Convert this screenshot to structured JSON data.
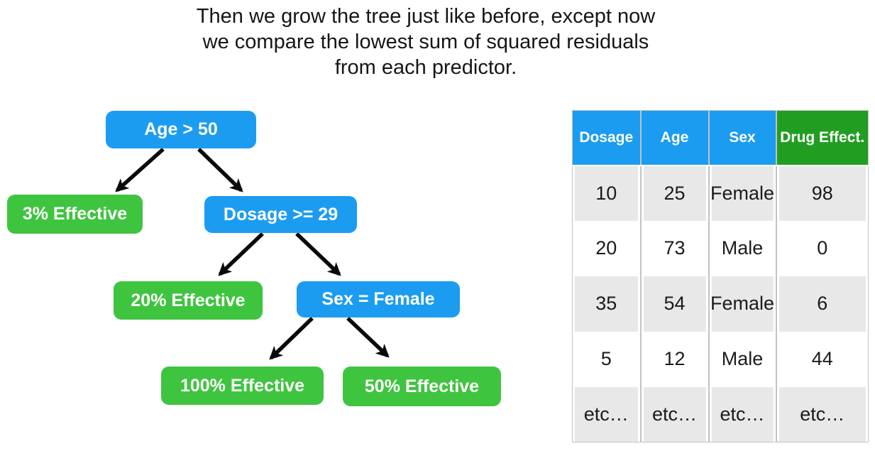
{
  "title": {
    "line1": "Then we grow the tree just like before, except now",
    "line2": "we compare the lowest sum of squared residuals",
    "line3": "from each predictor."
  },
  "tree": {
    "nodes": [
      {
        "label": "Age > 50",
        "type": "decision"
      },
      {
        "label": "3% Effective",
        "type": "leaf"
      },
      {
        "label": "Dosage >= 29",
        "type": "decision"
      },
      {
        "label": "20% Effective",
        "type": "leaf"
      },
      {
        "label": "Sex = Female",
        "type": "decision"
      },
      {
        "label": "100% Effective",
        "type": "leaf"
      },
      {
        "label": "50% Effective",
        "type": "leaf"
      }
    ],
    "edges": [
      {
        "from": "Age > 50",
        "to": "3% Effective"
      },
      {
        "from": "Age > 50",
        "to": "Dosage >= 29"
      },
      {
        "from": "Dosage >= 29",
        "to": "20% Effective"
      },
      {
        "from": "Dosage >= 29",
        "to": "Sex = Female"
      },
      {
        "from": "Sex = Female",
        "to": "100% Effective"
      },
      {
        "from": "Sex = Female",
        "to": "50% Effective"
      }
    ]
  },
  "table": {
    "headers": [
      "Dosage",
      "Age",
      "Sex",
      "Drug Effect."
    ],
    "rows": [
      [
        "10",
        "25",
        "Female",
        "98"
      ],
      [
        "20",
        "73",
        "Male",
        "0"
      ],
      [
        "35",
        "54",
        "Female",
        "6"
      ],
      [
        "5",
        "12",
        "Male",
        "44"
      ],
      [
        "etc…",
        "etc…",
        "etc…",
        "etc…"
      ]
    ]
  },
  "colors": {
    "decision_node_blue": "#1C9CF0",
    "leaf_node_green": "#3FC43F",
    "header_green": "#219E21",
    "table_alt_row_gray": "#E8E8E8",
    "arrow_black": "#0a0a0a",
    "text_black": "#161616"
  }
}
